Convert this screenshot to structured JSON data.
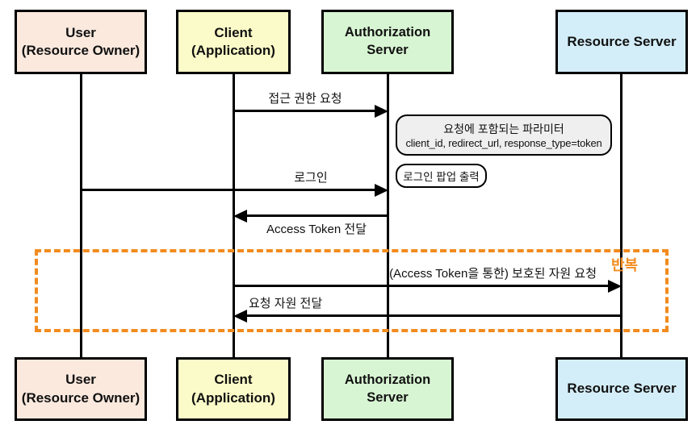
{
  "diagram": {
    "type": "sequence-diagram",
    "actors": {
      "user": {
        "line1": "User",
        "line2": "(Resource Owner)"
      },
      "client": {
        "line1": "Client",
        "line2": "(Application)"
      },
      "auth_server": {
        "label": "Authorization Server"
      },
      "resource_server": {
        "label": "Resource Server"
      }
    },
    "messages": {
      "access_request": {
        "label": "접근 권한 요청",
        "from": "client",
        "to": "auth_server",
        "direction": "right"
      },
      "login": {
        "label": "로그인",
        "from": "user",
        "to": "auth_server",
        "direction": "right"
      },
      "token_delivery": {
        "label": "Access Token 전달",
        "from": "auth_server",
        "to": "client",
        "direction": "left"
      },
      "protected_resource_request": {
        "label": "(Access Token을 통한) 보호된 자원 요청",
        "from": "client",
        "to": "resource_server",
        "direction": "right"
      },
      "resource_delivery": {
        "label": "요청 자원 전달",
        "from": "resource_server",
        "to": "client",
        "direction": "left"
      }
    },
    "notes": {
      "params_title": "요청에 포함되는 파라미터",
      "params_body": "client_id, redirect_url, response_type=token",
      "login_popup": "로그인 팝업 출력"
    },
    "loop": {
      "label": "반복"
    },
    "colors": {
      "user_fill": "#FBE9DE",
      "client_fill": "#FBFBC9",
      "auth_fill": "#D8F5D3",
      "resource_fill": "#D4EEF9",
      "note_fill": "#EFEFEF",
      "loop_border": "#F28B1E",
      "loop_label": "#F28B1E",
      "line_color": "#000000"
    }
  }
}
